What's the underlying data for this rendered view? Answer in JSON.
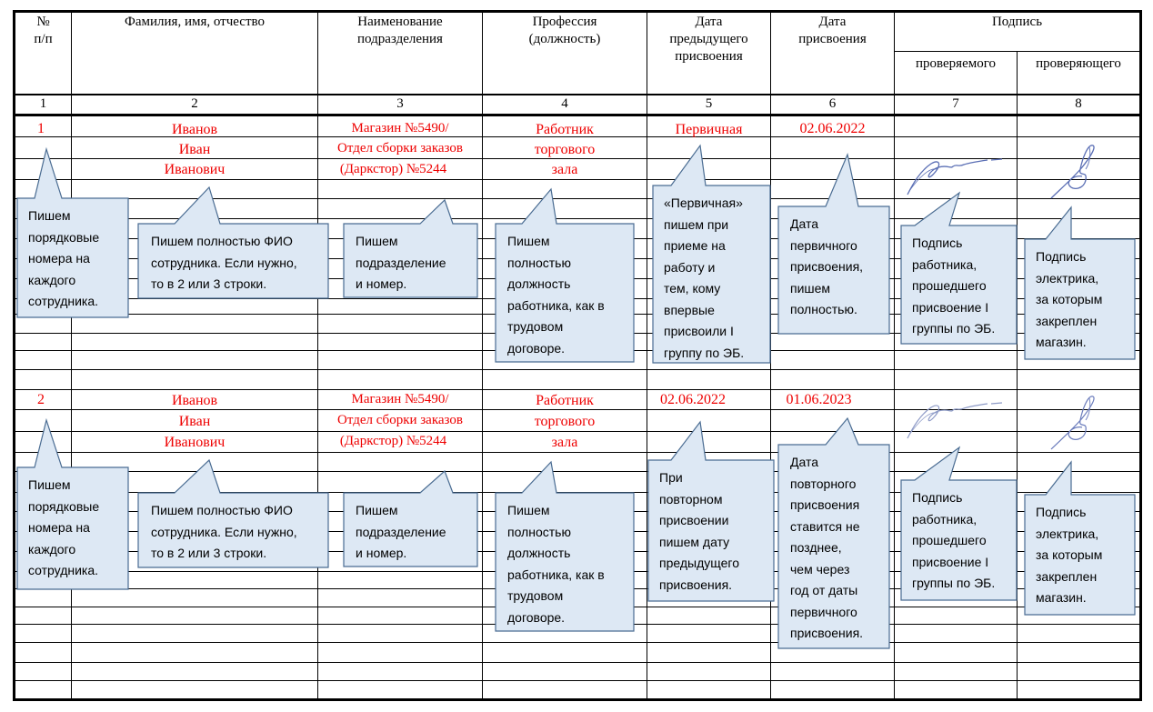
{
  "table": {
    "headers": {
      "col1": "№\nп/п",
      "col2": "Фамилия, имя, отчество",
      "col3": "Наименование\nподразделения",
      "col4": "Профессия\n(должность)",
      "col5": "Дата\nпредыдущего\nприсвоения",
      "col6": "Дата\nприсвоения",
      "col7_8_group": "Подпись",
      "col7": "проверяемого",
      "col8": "проверяющего"
    },
    "column_numbers": [
      "1",
      "2",
      "3",
      "4",
      "5",
      "6",
      "7",
      "8"
    ],
    "rows": [
      {
        "num": "1",
        "surname": "Иванов",
        "name": "Иван",
        "patronymic": "Иванович",
        "dept_line1": "Магазин №5490/",
        "dept_line2": "Отдел сборки заказов",
        "dept_line3": "(Даркстор) №5244",
        "prof_line1": "Работник",
        "prof_line2": "торгового",
        "prof_line3": "зала",
        "prev_date": "Первичная",
        "date": "02.06.2022"
      },
      {
        "num": "2",
        "surname": "Иванов",
        "name": "Иван",
        "patronymic": "Иванович",
        "dept_line1": "Магазин №5490/",
        "dept_line2": "Отдел сборки заказов",
        "dept_line3": "(Даркстор) №5244",
        "prof_line1": "Работник",
        "prof_line2": "торгового",
        "prof_line3": "зала",
        "prev_date": "02.06.2022",
        "date": "01.06.2023"
      }
    ]
  },
  "callouts": {
    "row1": {
      "num": "Пишем\nпорядковые\nномера на\nкаждого\nсотрудника.",
      "fio": "Пишем полностью ФИО\nсотрудника. Если нужно,\nто в 2 или 3 строки.",
      "dept": "Пишем\nподразделение\nи номер.",
      "prof": "Пишем\nполностью\nдолжность\nработника, как в\nтрудовом\nдоговоре.",
      "prev": "«Первичная»\nпишем при\nприеме на\nработу и\nтем, кому\nвпервые\nприсвоили I\nгруппу по ЭБ.",
      "date": "Дата\nпервичного\nприсвоения,\nпишем\nполностью.",
      "sig1": "Подпись\nработника,\nпрошедшего\nприсвоение I\nгруппы по ЭБ.",
      "sig2": "Подпись\nэлектрика,\nза которым\nзакреплен\nмагазин."
    },
    "row2": {
      "num": "Пишем\nпорядковые\nномера на\nкаждого\nсотрудника.",
      "fio": "Пишем полностью ФИО\nсотрудника. Если нужно,\nто в 2 или 3 строки.",
      "dept": "Пишем\nподразделение\nи номер.",
      "prof": "Пишем\nполностью\nдолжность\nработника, как в\nтрудовом\nдоговоре.",
      "prev": "При\nповторном\nприсвоении\nпишем дату\nпредыдущего\nприсвоения.",
      "date": "Дата\nповторного\nприсвоения\nставится не\nпозднее,\nчем через\nгод от даты\nпервичного\nприсвоения.",
      "sig1": "Подпись\nработника,\nпрошедшего\nприсвоение I\nгруппы по ЭБ.",
      "sig2": "Подпись\nэлектрика,\nза которым\nзакреплен\nмагазин."
    }
  },
  "colors": {
    "text_red": "#ee0000",
    "callout_fill": "#dde8f4",
    "callout_stroke": "#4a6c92",
    "signature_ink": "#5b6fb5"
  }
}
